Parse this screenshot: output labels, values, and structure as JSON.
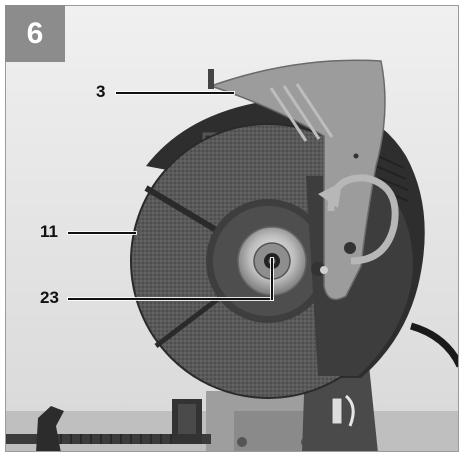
{
  "figure": {
    "number": "6"
  },
  "callouts": [
    {
      "label": "3"
    },
    {
      "label": "11"
    },
    {
      "label": "23"
    }
  ],
  "colors": {
    "badge": "#8c8c8c",
    "guard": "#9a9a9a",
    "housing": "#3a3a3a",
    "disc": "#555555",
    "background": "#e9e9e9"
  },
  "icons": {
    "badge": "figure-number-badge",
    "disc": "cutting-disc",
    "guard": "blade-guard",
    "flange": "clamping-flange"
  }
}
